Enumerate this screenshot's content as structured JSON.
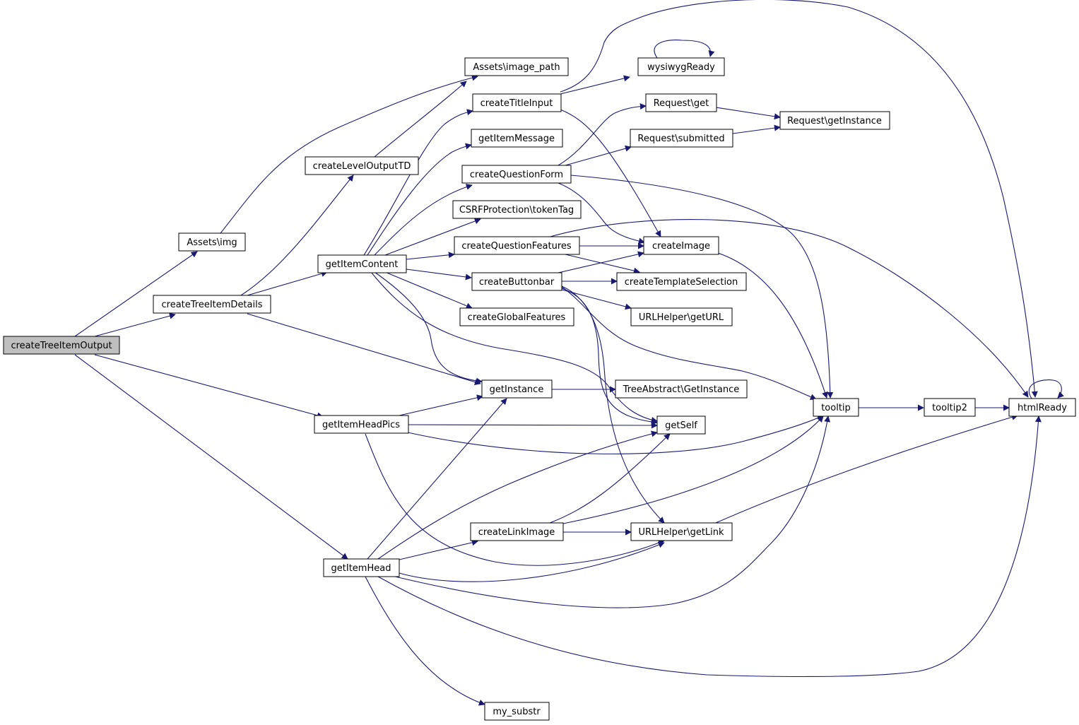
{
  "colors": {
    "edge": "#191970",
    "root_fill": "#bfbfbf",
    "node_fill": "#ffffff",
    "node_border": "#000000"
  },
  "root": "createTreeItemOutput",
  "nodes": [
    {
      "id": "n_createTreeItemOutput",
      "label": "createTreeItemOutput"
    },
    {
      "id": "n_Assets_img",
      "label": "Assets\\img"
    },
    {
      "id": "n_createTreeItemDetails",
      "label": "createTreeItemDetails"
    },
    {
      "id": "n_getItemHeadPics",
      "label": "getItemHeadPics"
    },
    {
      "id": "n_getItemHead",
      "label": "getItemHead"
    },
    {
      "id": "n_createLevelOutputTD",
      "label": "createLevelOutputTD"
    },
    {
      "id": "n_getItemContent",
      "label": "getItemContent"
    },
    {
      "id": "n_Assets_image_path",
      "label": "Assets\\image_path"
    },
    {
      "id": "n_createTitleInput",
      "label": "createTitleInput"
    },
    {
      "id": "n_getItemMessage",
      "label": "getItemMessage"
    },
    {
      "id": "n_createQuestionForm",
      "label": "createQuestionForm"
    },
    {
      "id": "n_CSRFProtection_tokenTag",
      "label": "CSRFProtection\\tokenTag"
    },
    {
      "id": "n_createQuestionFeatures",
      "label": "createQuestionFeatures"
    },
    {
      "id": "n_createButtonbar",
      "label": "createButtonbar"
    },
    {
      "id": "n_createGlobalFeatures",
      "label": "createGlobalFeatures"
    },
    {
      "id": "n_getInstance",
      "label": "getInstance"
    },
    {
      "id": "n_createLinkImage",
      "label": "createLinkImage"
    },
    {
      "id": "n_my_substr",
      "label": "my_substr"
    },
    {
      "id": "n_wysiwygReady",
      "label": "wysiwygReady"
    },
    {
      "id": "n_Request_get",
      "label": "Request\\get"
    },
    {
      "id": "n_Request_submitted",
      "label": "Request\\submitted"
    },
    {
      "id": "n_createImage",
      "label": "createImage"
    },
    {
      "id": "n_createTemplateSelection",
      "label": "createTemplateSelection"
    },
    {
      "id": "n_URLHelper_getURL",
      "label": "URLHelper\\getURL"
    },
    {
      "id": "n_TreeAbstract_GetInstance",
      "label": "TreeAbstract\\GetInstance"
    },
    {
      "id": "n_getSelf",
      "label": "getSelf"
    },
    {
      "id": "n_URLHelper_getLink",
      "label": "URLHelper\\getLink"
    },
    {
      "id": "n_Request_getInstance",
      "label": "Request\\getInstance"
    },
    {
      "id": "n_tooltip",
      "label": "tooltip"
    },
    {
      "id": "n_tooltip2",
      "label": "tooltip2"
    },
    {
      "id": "n_htmlReady",
      "label": "htmlReady"
    }
  ],
  "edges": [
    [
      "createTreeItemOutput",
      "Assets\\img"
    ],
    [
      "createTreeItemOutput",
      "createTreeItemDetails"
    ],
    [
      "createTreeItemOutput",
      "getItemHeadPics"
    ],
    [
      "createTreeItemOutput",
      "getItemHead"
    ],
    [
      "Assets\\img",
      "Assets\\image_path"
    ],
    [
      "createTreeItemDetails",
      "createLevelOutputTD"
    ],
    [
      "createTreeItemDetails",
      "getItemContent"
    ],
    [
      "createTreeItemDetails",
      "getInstance"
    ],
    [
      "createLevelOutputTD",
      "Assets\\image_path"
    ],
    [
      "getItemContent",
      "createTitleInput"
    ],
    [
      "getItemContent",
      "getItemMessage"
    ],
    [
      "getItemContent",
      "createQuestionForm"
    ],
    [
      "getItemContent",
      "CSRFProtection\\tokenTag"
    ],
    [
      "getItemContent",
      "createQuestionFeatures"
    ],
    [
      "getItemContent",
      "createButtonbar"
    ],
    [
      "getItemContent",
      "createGlobalFeatures"
    ],
    [
      "getItemContent",
      "getInstance"
    ],
    [
      "getItemContent",
      "getSelf"
    ],
    [
      "createTitleInput",
      "wysiwygReady"
    ],
    [
      "createTitleInput",
      "createImage"
    ],
    [
      "createTitleInput",
      "htmlReady"
    ],
    [
      "wysiwygReady",
      "wysiwygReady"
    ],
    [
      "createQuestionForm",
      "Request\\get"
    ],
    [
      "createQuestionForm",
      "Request\\submitted"
    ],
    [
      "createQuestionForm",
      "createImage"
    ],
    [
      "createQuestionForm",
      "tooltip"
    ],
    [
      "Request\\get",
      "Request\\getInstance"
    ],
    [
      "Request\\submitted",
      "Request\\getInstance"
    ],
    [
      "createQuestionFeatures",
      "createImage"
    ],
    [
      "createQuestionFeatures",
      "createTemplateSelection"
    ],
    [
      "createQuestionFeatures",
      "htmlReady"
    ],
    [
      "createButtonbar",
      "createImage"
    ],
    [
      "createButtonbar",
      "createTemplateSelection"
    ],
    [
      "createButtonbar",
      "URLHelper\\getURL"
    ],
    [
      "createButtonbar",
      "getSelf"
    ],
    [
      "createButtonbar",
      "URLHelper\\getLink"
    ],
    [
      "createButtonbar",
      "tooltip"
    ],
    [
      "createImage",
      "tooltip"
    ],
    [
      "getInstance",
      "TreeAbstract\\GetInstance"
    ],
    [
      "getItemHeadPics",
      "getInstance"
    ],
    [
      "getItemHeadPics",
      "getSelf"
    ],
    [
      "getItemHeadPics",
      "tooltip"
    ],
    [
      "getItemHeadPics",
      "URLHelper\\getLink"
    ],
    [
      "getItemHead",
      "getInstance"
    ],
    [
      "getItemHead",
      "getSelf"
    ],
    [
      "getItemHead",
      "createLinkImage"
    ],
    [
      "getItemHead",
      "URLHelper\\getLink"
    ],
    [
      "getItemHead",
      "tooltip"
    ],
    [
      "getItemHead",
      "htmlReady"
    ],
    [
      "getItemHead",
      "my_substr"
    ],
    [
      "createLinkImage",
      "getSelf"
    ],
    [
      "createLinkImage",
      "URLHelper\\getLink"
    ],
    [
      "createLinkImage",
      "tooltip"
    ],
    [
      "URLHelper\\getLink",
      "htmlReady"
    ],
    [
      "tooltip",
      "tooltip2"
    ],
    [
      "tooltip2",
      "htmlReady"
    ],
    [
      "htmlReady",
      "htmlReady"
    ]
  ]
}
